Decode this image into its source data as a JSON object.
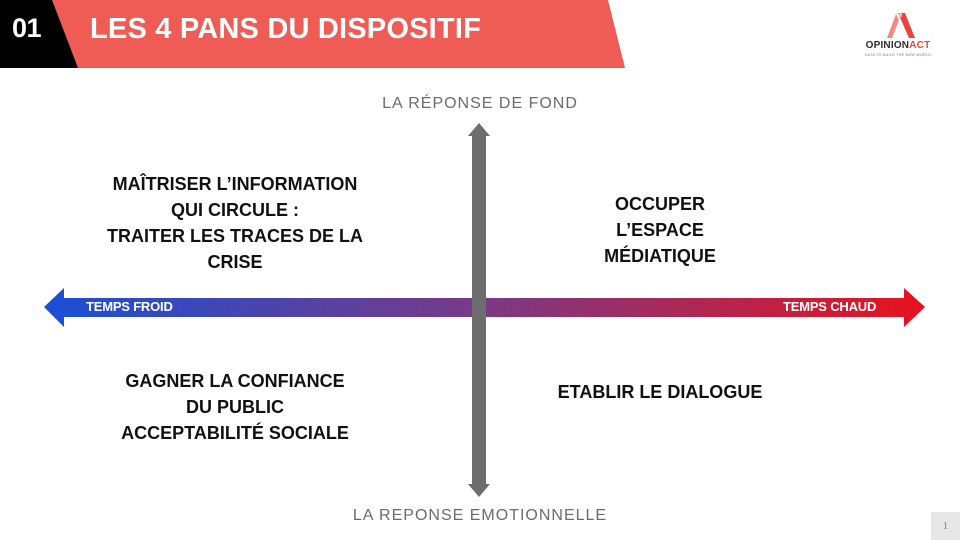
{
  "header": {
    "number": "01",
    "title": "LES 4 PANS DU DISPOSITIF",
    "colors": {
      "number_bg": "#000000",
      "title_bg": "#ef5b55"
    }
  },
  "logo": {
    "name_main": "OPINION",
    "name_accent": "ACT",
    "tagline": "DATA TO BUILD THE NEW WORLD",
    "colors": {
      "accent": "#e8453c",
      "text": "#2d2d2d"
    }
  },
  "axes": {
    "vertical": {
      "top_label": "LA RÉPONSE DE FOND",
      "bottom_label": "LA REPONSE EMOTIONNELLE",
      "color": "#6b6b6b"
    },
    "horizontal": {
      "left_label": "TEMPS FROID",
      "right_label": "TEMPS CHAUD",
      "gradient": [
        "#1a4fd6",
        "#e8121e"
      ]
    }
  },
  "quadrants": {
    "top_left": {
      "lines": [
        "MAÎTRISER L’INFORMATION",
        "QUI CIRCULE :",
        "TRAITER LES TRACES DE LA",
        "CRISE"
      ]
    },
    "top_right": {
      "lines": [
        "OCCUPER",
        "L’ESPACE",
        "MÉDIATIQUE"
      ]
    },
    "bottom_left": {
      "lines": [
        "GAGNER LA CONFIANCE",
        "DU PUBLIC",
        "ACCEPTABILITÉ SOCIALE"
      ]
    },
    "bottom_right": {
      "lines": [
        "ETABLIR LE DIALOGUE"
      ]
    }
  },
  "footer": {
    "page_number": "1"
  }
}
